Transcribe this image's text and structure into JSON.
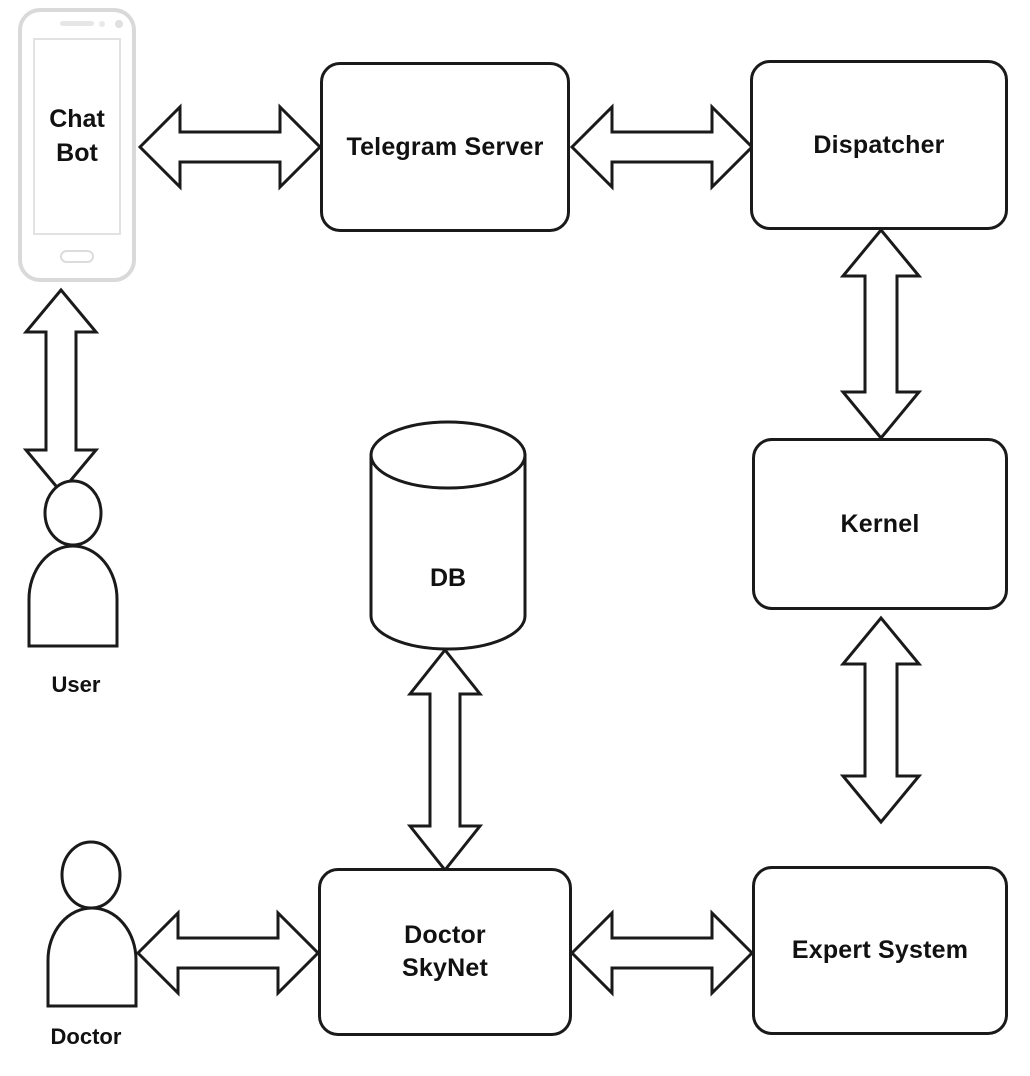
{
  "diagram": {
    "title": "Telegram chat bot medical expert system architecture",
    "background_color": "#ffffff",
    "stroke_color": "#1a1a1a",
    "phone_stroke_color": "#d9d9d9"
  },
  "nodes": {
    "chat_bot": {
      "label": "Chat\nBot",
      "line1": "Chat",
      "line2": "Bot",
      "shape": "smartphone"
    },
    "telegram_server": {
      "label": "Telegram Server",
      "shape": "rounded-rect"
    },
    "dispatcher": {
      "label": "Dispatcher",
      "shape": "rounded-rect"
    },
    "kernel": {
      "label": "Kernel",
      "shape": "rounded-rect"
    },
    "database": {
      "label": "DB",
      "shape": "cylinder"
    },
    "doctor_skynet": {
      "label": "Doctor\nSkyNet",
      "line1": "Doctor",
      "line2": "SkyNet",
      "shape": "rounded-rect"
    },
    "expert_system": {
      "label": "Expert System",
      "shape": "rounded-rect"
    },
    "user": {
      "label": "User",
      "shape": "actor"
    },
    "doctor": {
      "label": "Doctor",
      "shape": "actor"
    }
  },
  "connections": [
    {
      "from": "chat_bot",
      "to": "telegram_server",
      "type": "double-arrow",
      "orientation": "horizontal"
    },
    {
      "from": "telegram_server",
      "to": "dispatcher",
      "type": "double-arrow",
      "orientation": "horizontal"
    },
    {
      "from": "dispatcher",
      "to": "kernel",
      "type": "double-arrow",
      "orientation": "vertical"
    },
    {
      "from": "kernel",
      "to": "expert_system",
      "type": "double-arrow",
      "orientation": "vertical"
    },
    {
      "from": "user",
      "to": "chat_bot",
      "type": "double-arrow",
      "orientation": "vertical"
    },
    {
      "from": "doctor",
      "to": "doctor_skynet",
      "type": "double-arrow",
      "orientation": "horizontal"
    },
    {
      "from": "doctor_skynet",
      "to": "expert_system",
      "type": "double-arrow",
      "orientation": "horizontal"
    },
    {
      "from": "doctor_skynet",
      "to": "database",
      "type": "double-arrow",
      "orientation": "vertical"
    }
  ]
}
